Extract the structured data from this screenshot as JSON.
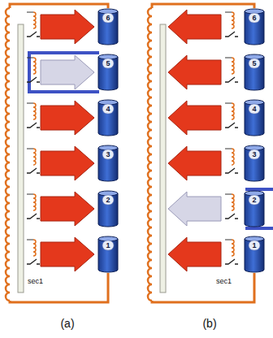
{
  "diagram": {
    "nodes": [
      {
        "text": [
          "6"
        ]
      },
      {
        "text": [
          "5"
        ]
      },
      {
        "text": [
          "4"
        ]
      },
      {
        "text": [
          "3"
        ]
      },
      {
        "text": [
          "2"
        ]
      },
      {
        "text": [
          "1"
        ]
      },
      {
        "text": [
          "6"
        ]
      },
      {
        "text": [
          "5"
        ]
      },
      {
        "text": [
          "4"
        ]
      },
      {
        "text": [
          "3"
        ]
      },
      {
        "text": [
          "2"
        ]
      },
      {
        "text": [
          "1"
        ]
      }
    ],
    "labels": [
      "sec1",
      "sec1",
      "(a)",
      "(b)"
    ]
  }
}
